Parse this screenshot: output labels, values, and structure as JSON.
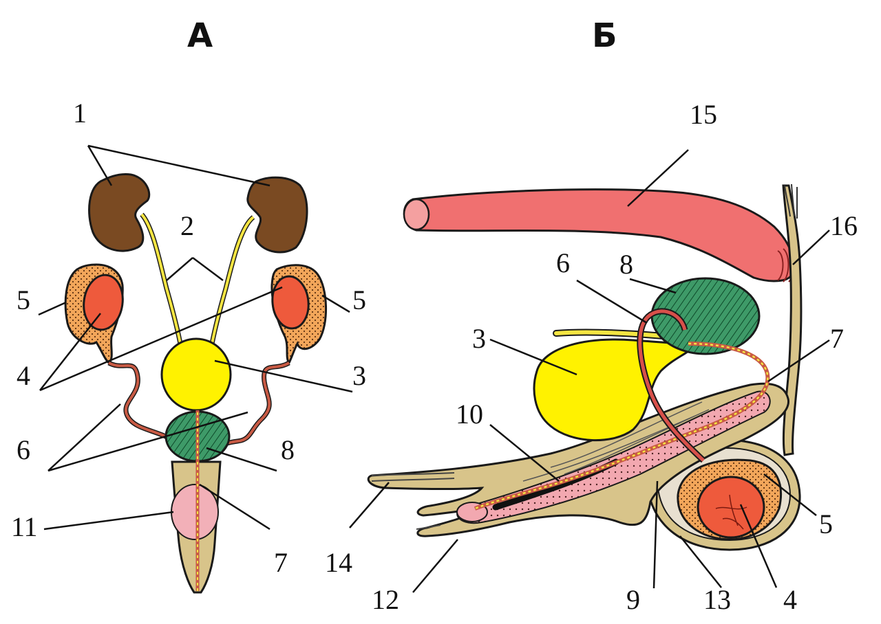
{
  "titles": {
    "a": "А",
    "b": "Б"
  },
  "labels_a": {
    "n1": "1",
    "n2": "2",
    "n3": "3",
    "n4": "4",
    "n5l": "5",
    "n5r": "5",
    "n6": "6",
    "n7": "7",
    "n8": "8",
    "n11": "11"
  },
  "labels_b": {
    "n3": "3",
    "n4": "4",
    "n5": "5",
    "n6": "6",
    "n7": "7",
    "n8": "8",
    "n9": "9",
    "n10": "10",
    "n12": "12",
    "n13": "13",
    "n14": "14",
    "n15": "15",
    "n16": "16"
  },
  "colors": {
    "kidney": "#7a4a22",
    "ureter": "#f4e542",
    "bladder": "#fff200",
    "testis": "#ee5a3c",
    "epididymis": "#f2a65a",
    "vas": "#c85a44",
    "prostate": "#2e8a5a",
    "rectum": "#f07070",
    "penis_sheath": "#d8c48a",
    "bulb": "#f2b0b8"
  }
}
